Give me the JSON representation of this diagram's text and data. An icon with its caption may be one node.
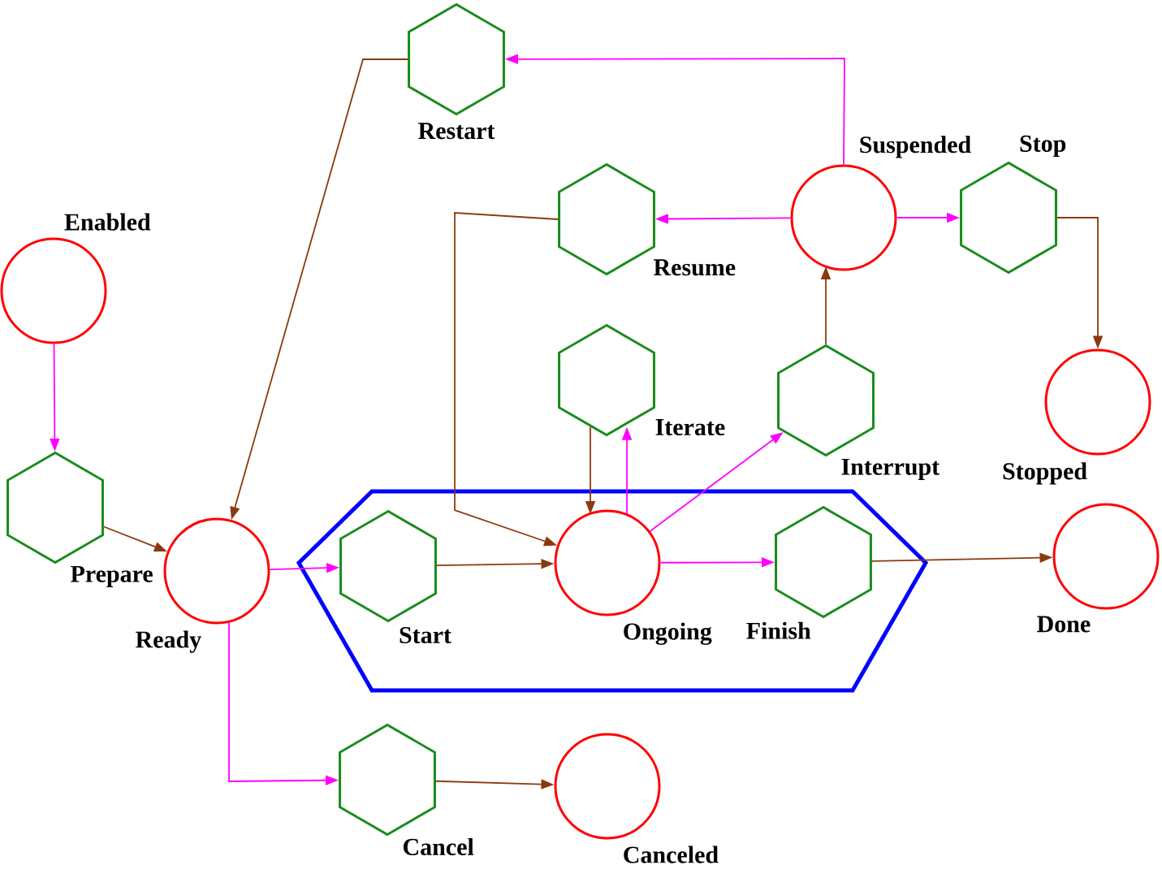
{
  "diagram": {
    "nodes": [
      {
        "text": [
          "Restart"
        ]
      },
      {
        "text": [
          "Suspended"
        ]
      },
      {
        "text": [
          "Stop"
        ]
      },
      {
        "text": [
          "Enabled"
        ]
      },
      {
        "text": [
          "Resume"
        ]
      },
      {
        "text": [
          "Iterate"
        ]
      },
      {
        "text": [
          "Interrupt"
        ]
      },
      {
        "text": [
          "Stopped"
        ]
      },
      {
        "text": [
          "Prepare"
        ]
      },
      {
        "text": [
          "Ready"
        ]
      },
      {
        "text": [],
        "shape": "hexagon"
      },
      {
        "text": [
          "Start"
        ],
        "in": 10
      },
      {
        "text": [
          "Ongoing"
        ],
        "in": 10
      },
      {
        "text": [
          "Finish"
        ],
        "in": 10
      },
      {
        "text": [
          "Done"
        ]
      },
      {
        "text": [
          "Cancel"
        ]
      },
      {
        "text": [
          "Canceled"
        ]
      }
    ],
    "edges": [
      {
        "from": 3,
        "to": 8,
        "arrow": "to",
        "color": "#ff00ff"
      },
      {
        "from": 8,
        "to": 9,
        "arrow": "to",
        "color": "#8b3a0f"
      },
      {
        "from": 0,
        "to": 9,
        "arrow": "to",
        "color": "#8b3a0f"
      },
      {
        "from": 1,
        "to": 0,
        "arrow": "to",
        "color": "#ff00ff"
      },
      {
        "from": 1,
        "to": 4,
        "arrow": "to",
        "color": "#ff00ff"
      },
      {
        "from": 1,
        "to": 2,
        "arrow": "to",
        "color": "#ff00ff"
      },
      {
        "from": 2,
        "to": 7,
        "arrow": "to",
        "color": "#8b3a0f"
      },
      {
        "from": 4,
        "to": 12,
        "arrow": "to",
        "color": "#8b3a0f"
      },
      {
        "from": 5,
        "to": 12,
        "arrow": "to",
        "color": "#8b3a0f"
      },
      {
        "from": 12,
        "to": 5,
        "arrow": "to",
        "color": "#ff00ff"
      },
      {
        "from": 12,
        "to": 6,
        "arrow": "to",
        "color": "#ff00ff"
      },
      {
        "from": 6,
        "to": 1,
        "arrow": "to",
        "color": "#8b3a0f"
      },
      {
        "from": 11,
        "to": 12,
        "arrow": "to",
        "color": "#8b3a0f"
      },
      {
        "from": 12,
        "to": 13,
        "arrow": "to",
        "color": "#ff00ff"
      },
      {
        "from": 13,
        "to": 14,
        "arrow": "to",
        "color": "#8b3a0f"
      },
      {
        "from": 9,
        "to": 11,
        "arrow": "to",
        "color": "#ff00ff"
      },
      {
        "from": 9,
        "to": 15,
        "arrow": "to",
        "color": "#ff00ff"
      },
      {
        "from": 15,
        "to": 16,
        "arrow": "to",
        "color": "#8b3a0f"
      }
    ]
  }
}
